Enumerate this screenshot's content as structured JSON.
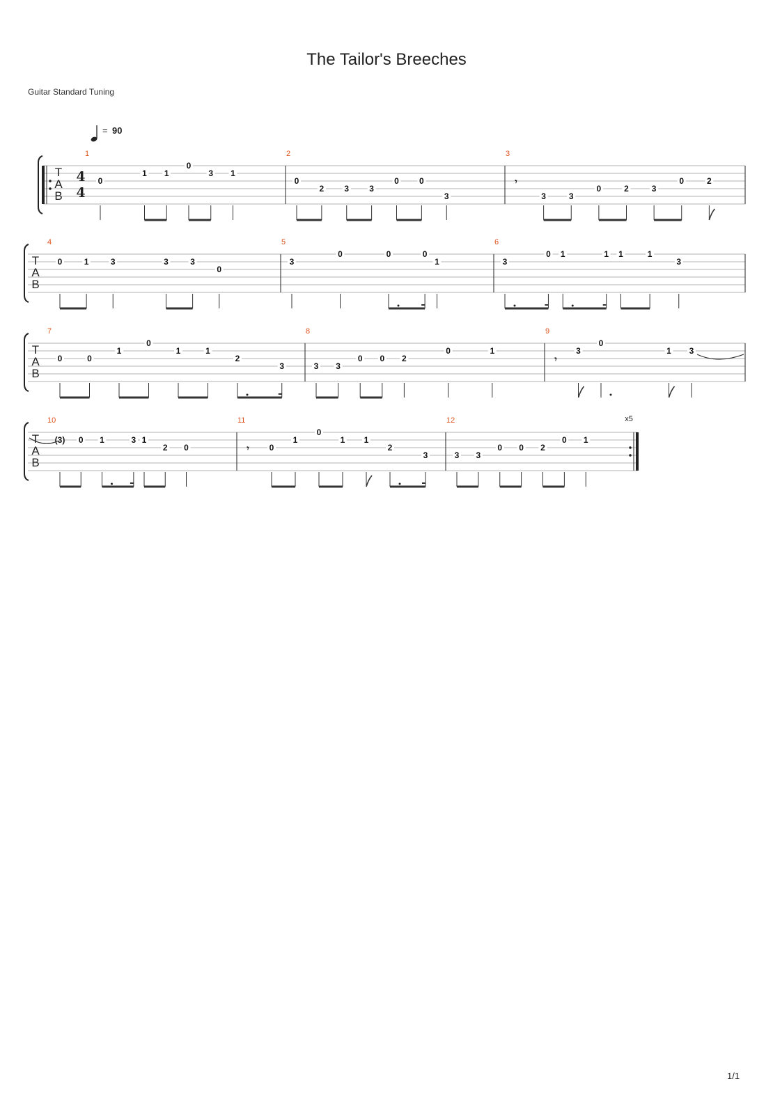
{
  "song": {
    "title": "The Tailor's Breeches",
    "tuning": "Guitar Standard Tuning",
    "tempo": "90",
    "tempo_eq": "=",
    "page": "1/1",
    "repeat_count": "x5",
    "clef": [
      "T",
      "A",
      "B"
    ],
    "time_signature": [
      "4",
      "4"
    ]
  },
  "measures": [
    {
      "number": "1",
      "events": [
        {
          "s": 2,
          "f": "0",
          "d": "q"
        },
        {
          "s": 1,
          "f": "1",
          "d": "e"
        },
        {
          "s": 1,
          "f": "1",
          "d": "e"
        },
        {
          "s": 0,
          "f": "0",
          "d": "e"
        },
        {
          "s": 1,
          "f": "3",
          "d": "e"
        },
        {
          "s": 1,
          "f": "1",
          "d": "q"
        }
      ]
    },
    {
      "number": "2",
      "events": [
        {
          "s": 2,
          "f": "0",
          "d": "e"
        },
        {
          "s": 3,
          "f": "2",
          "d": "e"
        },
        {
          "s": 3,
          "f": "3",
          "d": "e"
        },
        {
          "s": 3,
          "f": "3",
          "d": "e"
        },
        {
          "s": 2,
          "f": "0",
          "d": "e"
        },
        {
          "s": 2,
          "f": "0",
          "d": "e"
        },
        {
          "s": 4,
          "f": "3",
          "d": "q"
        }
      ]
    },
    {
      "number": "3",
      "events": [
        {
          "rest": true,
          "d": "e"
        },
        {
          "s": 4,
          "f": "3",
          "d": "e"
        },
        {
          "s": 4,
          "f": "3",
          "d": "e"
        },
        {
          "s": 3,
          "f": "0",
          "d": "e"
        },
        {
          "s": 3,
          "f": "2",
          "d": "e"
        },
        {
          "s": 3,
          "f": "3",
          "d": "e"
        },
        {
          "s": 2,
          "f": "0",
          "d": "e"
        },
        {
          "s": 2,
          "f": "2",
          "d": "e"
        }
      ]
    },
    {
      "number": "4",
      "events": [
        {
          "s": 1,
          "f": "0",
          "d": "e"
        },
        {
          "s": 1,
          "f": "1",
          "d": "e"
        },
        {
          "s": 1,
          "f": "3",
          "d": "q"
        },
        {
          "s": 1,
          "f": "3",
          "d": "e"
        },
        {
          "s": 1,
          "f": "3",
          "d": "e"
        },
        {
          "s": 2,
          "f": "0",
          "d": "q"
        }
      ]
    },
    {
      "number": "5",
      "events": [
        {
          "s": 1,
          "f": "3",
          "d": "q"
        },
        {
          "s": 0,
          "f": "0",
          "d": "q"
        },
        {
          "s": 0,
          "f": "0",
          "d": "de"
        },
        {
          "s": 0,
          "f": "0",
          "d": "s"
        },
        {
          "s": 1,
          "f": "1",
          "d": "q"
        }
      ]
    },
    {
      "number": "6",
      "events": [
        {
          "s": 1,
          "f": "3",
          "d": "de"
        },
        {
          "s": 0,
          "f": "0",
          "d": "s"
        },
        {
          "s": 0,
          "f": "1",
          "d": "de"
        },
        {
          "s": 0,
          "f": "1",
          "d": "s"
        },
        {
          "s": 0,
          "f": "1",
          "d": "e"
        },
        {
          "s": 0,
          "f": "1",
          "d": "e"
        },
        {
          "s": 1,
          "f": "3",
          "d": "q"
        }
      ]
    },
    {
      "number": "7",
      "events": [
        {
          "s": 2,
          "f": "0",
          "d": "e"
        },
        {
          "s": 2,
          "f": "0",
          "d": "e"
        },
        {
          "s": 1,
          "f": "1",
          "d": "e"
        },
        {
          "s": 0,
          "f": "0",
          "d": "e"
        },
        {
          "s": 1,
          "f": "1",
          "d": "e"
        },
        {
          "s": 1,
          "f": "1",
          "d": "e"
        },
        {
          "s": 2,
          "f": "2",
          "d": "de"
        },
        {
          "s": 3,
          "f": "3",
          "d": "s"
        }
      ]
    },
    {
      "number": "8",
      "events": [
        {
          "s": 3,
          "f": "3",
          "d": "e"
        },
        {
          "s": 3,
          "f": "3",
          "d": "e"
        },
        {
          "s": 2,
          "f": "0",
          "d": "e"
        },
        {
          "s": 2,
          "f": "0",
          "d": "e"
        },
        {
          "s": 2,
          "f": "2",
          "d": "q"
        },
        {
          "s": 1,
          "f": "0",
          "d": "q"
        },
        {
          "s": 1,
          "f": "1",
          "d": "q"
        }
      ]
    },
    {
      "number": "9",
      "events": [
        {
          "rest": true,
          "d": "e"
        },
        {
          "s": 1,
          "f": "3",
          "d": "e"
        },
        {
          "s": 0,
          "f": "0",
          "d": "dq"
        },
        {
          "s": 1,
          "f": "1",
          "d": "e"
        },
        {
          "s": 1,
          "f": "3",
          "d": "q",
          "tie": true
        }
      ]
    },
    {
      "number": "10",
      "events": [
        {
          "s": 1,
          "f": "(3)",
          "d": "e"
        },
        {
          "s": 1,
          "f": "0",
          "d": "e"
        },
        {
          "s": 1,
          "f": "1",
          "d": "de"
        },
        {
          "s": 1,
          "f": "3",
          "d": "s"
        },
        {
          "s": 1,
          "f": "1",
          "d": "e"
        },
        {
          "s": 2,
          "f": "2",
          "d": "e"
        },
        {
          "s": 2,
          "f": "0",
          "d": "q"
        }
      ]
    },
    {
      "number": "11",
      "events": [
        {
          "rest": true,
          "d": "e"
        },
        {
          "s": 2,
          "f": "0",
          "d": "e"
        },
        {
          "s": 1,
          "f": "1",
          "d": "e"
        },
        {
          "s": 0,
          "f": "0",
          "d": "e"
        },
        {
          "s": 1,
          "f": "1",
          "d": "e"
        },
        {
          "s": 1,
          "f": "1",
          "d": "e"
        },
        {
          "s": 2,
          "f": "2",
          "d": "de"
        },
        {
          "s": 3,
          "f": "3",
          "d": "s"
        }
      ]
    },
    {
      "number": "12",
      "events": [
        {
          "s": 3,
          "f": "3",
          "d": "e"
        },
        {
          "s": 3,
          "f": "3",
          "d": "e"
        },
        {
          "s": 2,
          "f": "0",
          "d": "e"
        },
        {
          "s": 2,
          "f": "0",
          "d": "e"
        },
        {
          "s": 2,
          "f": "2",
          "d": "e"
        },
        {
          "s": 1,
          "f": "0",
          "d": "e"
        },
        {
          "s": 1,
          "f": "1",
          "d": "q"
        }
      ]
    }
  ]
}
